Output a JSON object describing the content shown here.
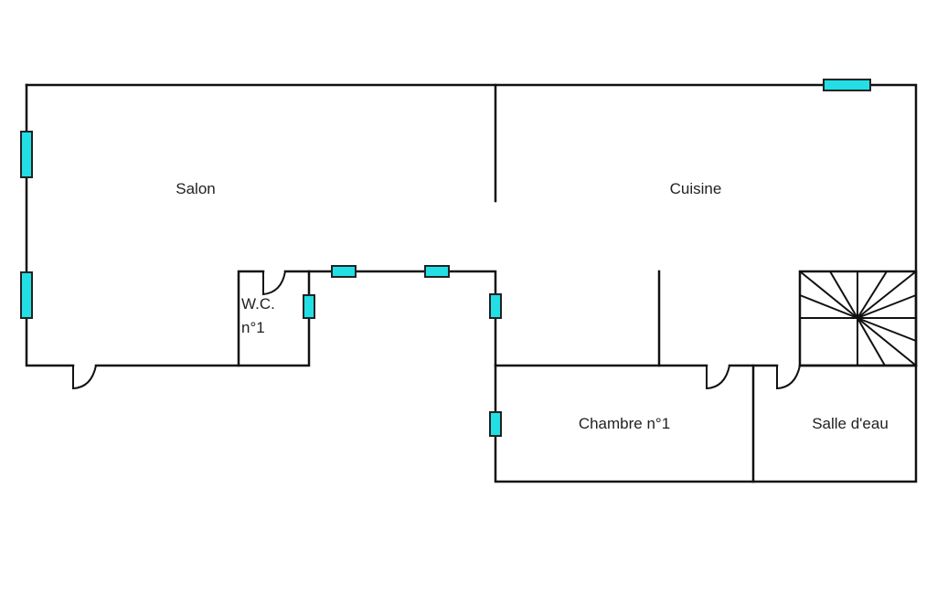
{
  "rooms": {
    "salon": "Salon",
    "cuisine": "Cuisine",
    "wc_line1": "W.C.",
    "wc_line2": "n°1",
    "chambre": "Chambre n°1",
    "salle_eau": "Salle d'eau"
  },
  "colors": {
    "window": "#22dfe6",
    "wall": "#111111"
  }
}
